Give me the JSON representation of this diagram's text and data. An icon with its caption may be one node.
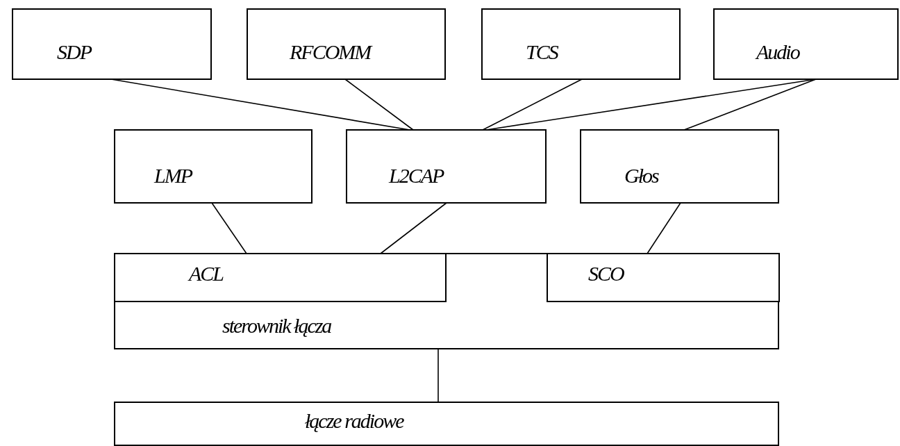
{
  "diagram": {
    "nodes": [
      {
        "text": [
          "SDP"
        ]
      },
      {
        "text": [
          "RFCOMM"
        ]
      },
      {
        "text": [
          "TCS"
        ]
      },
      {
        "text": [
          "Audio"
        ]
      },
      {
        "text": [
          "LMP"
        ]
      },
      {
        "text": [
          "L2CAP"
        ]
      },
      {
        "text": [
          "Głos"
        ]
      },
      {
        "text": [
          "sterownik łącza"
        ]
      },
      {
        "text": [
          "ACL"
        ],
        "in": 7
      },
      {
        "text": [
          "SCO"
        ],
        "in": 7
      },
      {
        "text": [
          "łącze radiowe"
        ]
      }
    ],
    "edges": [
      {
        "from": 0,
        "to": 5,
        "arrow": "none"
      },
      {
        "from": 1,
        "to": 5,
        "arrow": "none"
      },
      {
        "from": 2,
        "to": 5,
        "arrow": "none"
      },
      {
        "from": 3,
        "to": 5,
        "arrow": "none"
      },
      {
        "from": 3,
        "to": 6,
        "arrow": "none"
      },
      {
        "from": 4,
        "to": 8,
        "arrow": "none"
      },
      {
        "from": 5,
        "to": 8,
        "arrow": "none"
      },
      {
        "from": 6,
        "to": 9,
        "arrow": "none"
      },
      {
        "from": 7,
        "to": 10,
        "arrow": "none"
      }
    ]
  }
}
